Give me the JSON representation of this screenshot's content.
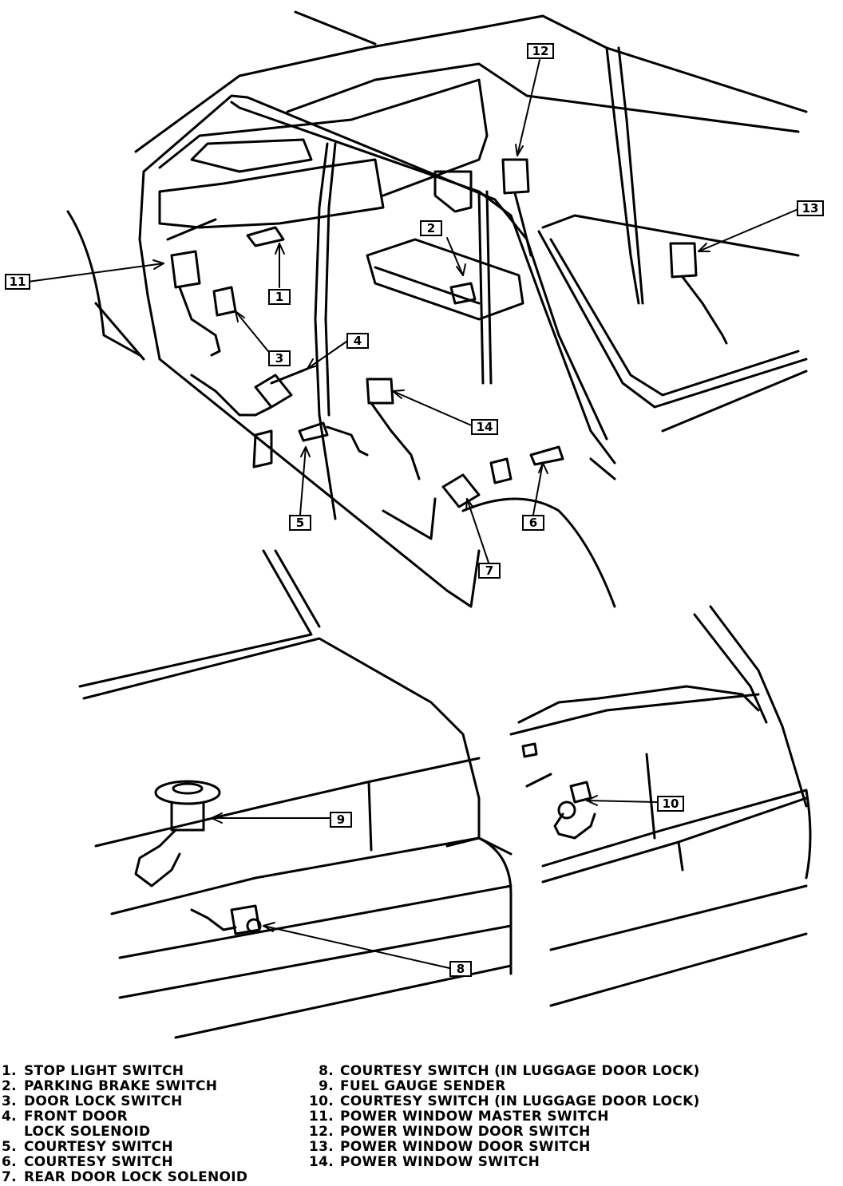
{
  "callouts": [
    "1",
    "2",
    "3",
    "4",
    "5",
    "6",
    "7",
    "8",
    "9",
    "10",
    "11",
    "12",
    "13",
    "14"
  ],
  "legend": {
    "left": [
      {
        "num": "1.",
        "text": "STOP LIGHT SWITCH"
      },
      {
        "num": "2.",
        "text": "PARKING BRAKE SWITCH"
      },
      {
        "num": "3.",
        "text": "DOOR LOCK SWITCH"
      },
      {
        "num": "4.",
        "text": "FRONT DOOR"
      },
      {
        "num": "",
        "text": "LOCK SOLENOID"
      },
      {
        "num": "5.",
        "text": "COURTESY SWITCH"
      },
      {
        "num": "6.",
        "text": "COURTESY SWITCH"
      },
      {
        "num": "7.",
        "text": "REAR DOOR LOCK SOLENOID"
      }
    ],
    "right": [
      {
        "num": "8.",
        "text": "COURTESY SWITCH (IN LUGGAGE DOOR LOCK)"
      },
      {
        "num": "9.",
        "text": "FUEL GAUGE SENDER"
      },
      {
        "num": "10.",
        "text": "COURTESY SWITCH (IN LUGGAGE DOOR LOCK)"
      },
      {
        "num": "11.",
        "text": "POWER WINDOW MASTER SWITCH"
      },
      {
        "num": "12.",
        "text": "POWER WINDOW DOOR SWITCH"
      },
      {
        "num": "13.",
        "text": "POWER WINDOW DOOR SWITCH"
      },
      {
        "num": "14.",
        "text": "POWER WINDOW SWITCH"
      }
    ]
  }
}
